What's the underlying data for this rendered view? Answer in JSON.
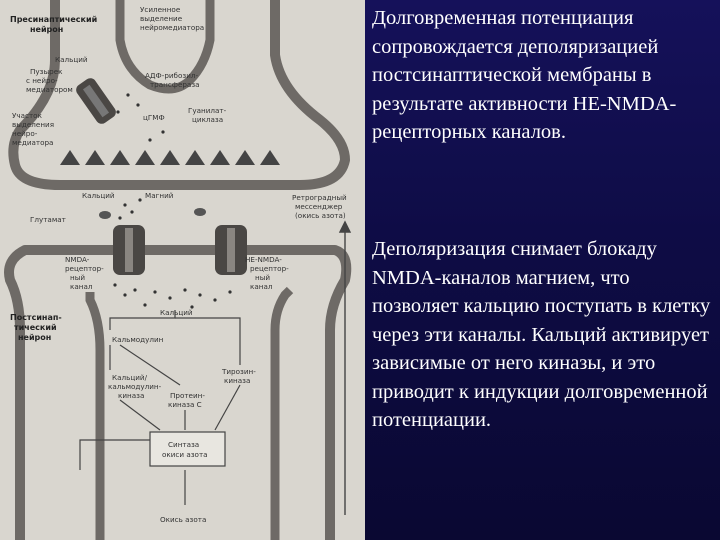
{
  "figure": {
    "labels": {
      "presynaptic_neuron": [
        "Пресинаптический",
        "нейрон"
      ],
      "enhanced_release": [
        "Усиленное",
        "выделение",
        "нейромедиатора"
      ],
      "calcium_top": "Кальций",
      "vesicles": [
        "Пузырек",
        "с нейро-",
        "медиатором"
      ],
      "adp_ribosyl": [
        "АДФ-рибозил-",
        "трансфераза"
      ],
      "cgmp": "цГМФ",
      "guanylate_cyclase": [
        "Гуанилат-",
        "циклаза"
      ],
      "release_site": [
        "Участок",
        "выделения",
        "нейро-",
        "медиатора"
      ],
      "calcium_mid": "Кальций",
      "magnesium": "Магний",
      "glutamate": "Глутамат",
      "retrograde": [
        "Ретроградный",
        "мессенджер",
        "(окись азота)"
      ],
      "nmda_receptor": [
        "NMDA-",
        "рецептор-",
        "ный",
        "канал"
      ],
      "non_nmda_receptor": [
        "НЕ-NMDA-",
        "рецептор-",
        "ный",
        "канал"
      ],
      "calcium_low": "Кальций",
      "postsynaptic_neuron": [
        "Постсинап-",
        "тический",
        "нейрон"
      ],
      "calmodulin": "Кальмодулин",
      "camk": [
        "Кальций/",
        "кальмодулин-",
        "киназа"
      ],
      "pkc": [
        "Протеин-",
        "киназа С"
      ],
      "tyrosine_kinase": [
        "Тирозин-",
        "киназа"
      ],
      "nos": [
        "Синтаза",
        "окиси азота"
      ],
      "nitric_oxide": "Окись азота"
    }
  },
  "text": {
    "paragraph_1": "Долговременная потенциация сопровождается деполяризацией постсинаптической мембраны в результате активности НЕ-NMDA-рецепторных каналов.",
    "paragraph_2": "Деполяризация снимает блокаду NMDA-каналов магнием, что позволяет кальцию поступать в клетку через эти каналы. Кальций активирует зависимые от него киназы, и это приводит к индукции долговременной потенциации."
  }
}
